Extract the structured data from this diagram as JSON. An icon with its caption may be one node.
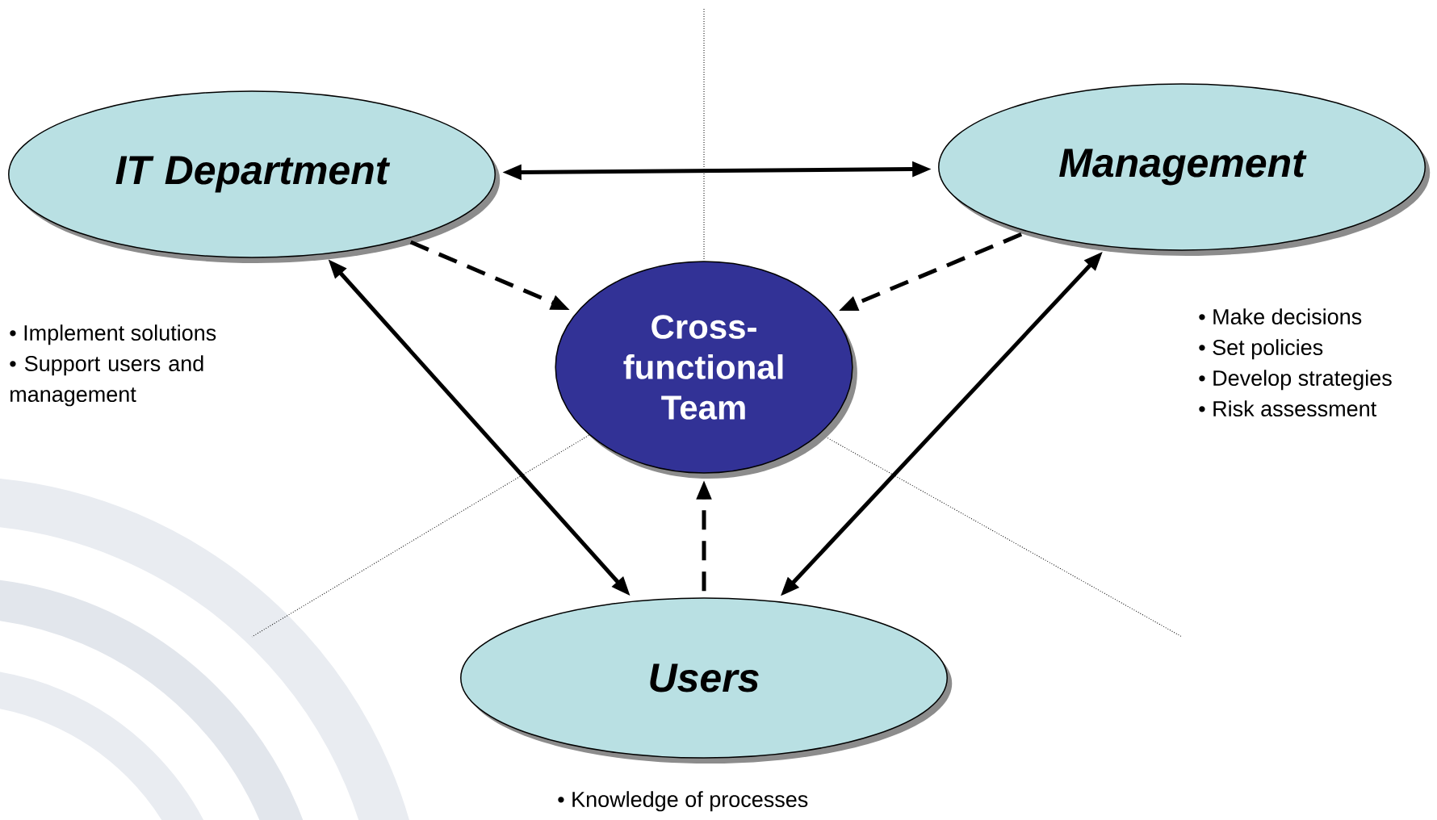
{
  "diagram": {
    "nodes": [
      {
        "text": [
          "IT Department"
        ],
        "beside": [
          "• Implement solutions",
          "• Support users and management"
        ]
      },
      {
        "text": [
          "Management"
        ],
        "beside": [
          "• Make decisions",
          "• Set policies",
          "• Develop strategies",
          "• Risk assessment"
        ]
      },
      {
        "text": [
          "Cross-functional Team"
        ]
      },
      {
        "text": [
          "Users"
        ],
        "beside": [
          "• Knowledge of processes"
        ]
      }
    ],
    "edges": [
      {
        "from": 0,
        "to": 1,
        "arrow": "both"
      },
      {
        "from": 0,
        "to": 2,
        "arrow": "to",
        "style": "dashed"
      },
      {
        "from": 1,
        "to": 2,
        "arrow": "to",
        "style": "dashed"
      },
      {
        "from": 0,
        "to": 3,
        "arrow": "both"
      },
      {
        "from": 1,
        "to": 3,
        "arrow": "both"
      },
      {
        "from": 3,
        "to": 2,
        "arrow": "to",
        "style": "dashed"
      }
    ]
  }
}
